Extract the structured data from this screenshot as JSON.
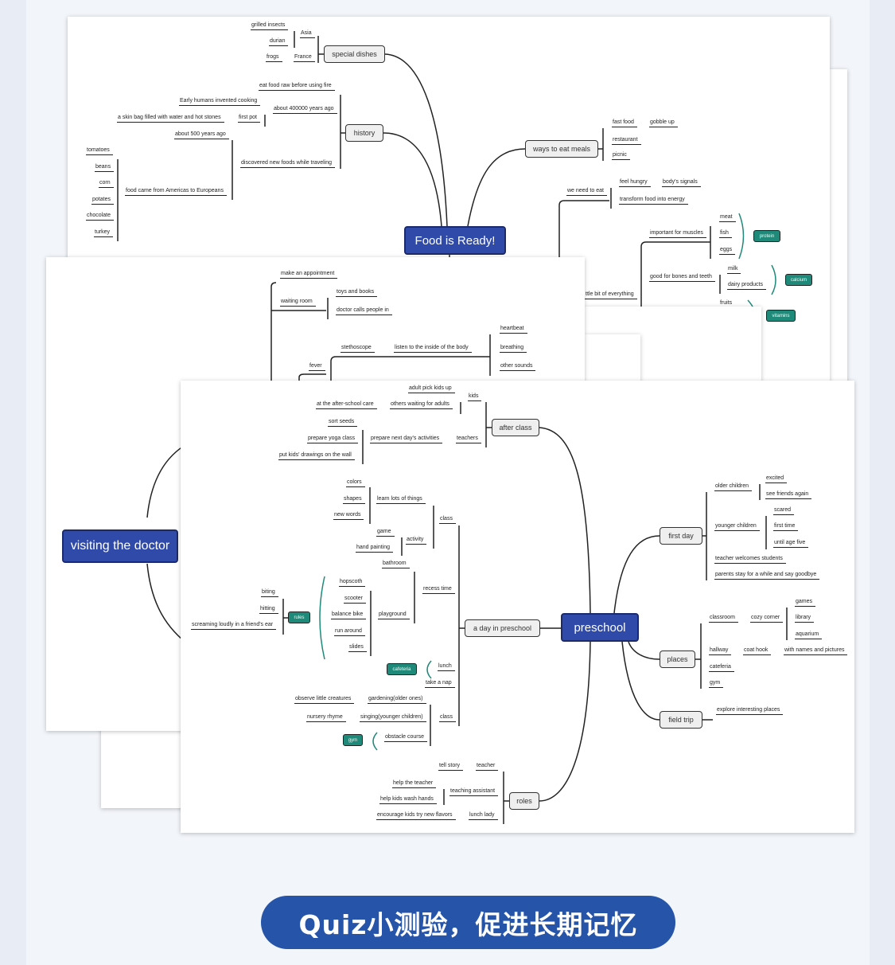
{
  "food_map": {
    "central": "Food is Ready!",
    "boxes": [
      "special dishes",
      "history",
      "ways to eat meals"
    ],
    "labels": [
      "grilled insects",
      "Asia",
      "durian",
      "frogs",
      "France",
      "eat food raw before using fire",
      "Early humans invented cooking",
      "about 400000 years ago",
      "a skin bag filled with water and hot stones",
      "first pot",
      "about 500 years ago",
      "discovered new foods while traveling",
      "tomatoes",
      "beans",
      "corn",
      "potates",
      "chocolate",
      "turkey",
      "food came from Americas to Europeans",
      "fast food",
      "gobble up",
      "restaurant",
      "picnic",
      "we need to eat",
      "feel hungry",
      "body's signals",
      "transform food into energy",
      "important for muscles",
      "meat",
      "fish",
      "eggs",
      "good for bones and teeth",
      "milk",
      "dairy products",
      "ttle bit of everything",
      "fruits"
    ],
    "tags": [
      "protein",
      "calcium",
      "vitamins"
    ]
  },
  "doctor_map": {
    "central": "visiting the doctor",
    "labels": [
      "make an appointment",
      "toys and books",
      "waiting room",
      "doctor calls people in",
      "heartbeat",
      "stethoscope",
      "listen to the inside of the body",
      "breathing",
      "other sounds",
      "fever"
    ]
  },
  "preschool_map": {
    "central": "preschool",
    "boxes": [
      "after class",
      "a day in preschool",
      "first day",
      "places",
      "field trip",
      "roles"
    ],
    "labels": [
      "adult pick kids up",
      "kids",
      "at the after-school care",
      "others waiting for adults",
      "sort seeds",
      "prepare yoga class",
      "prepare next day's activities",
      "teachers",
      "put kids' drawings on the wall",
      "colors",
      "shapes",
      "learn lots of things",
      "new words",
      "class",
      "game",
      "activity",
      "hand painting",
      "bathroom",
      "hopscoth",
      "recess time",
      "scooter",
      "balance bike",
      "playground",
      "run around",
      "slides",
      "biting",
      "hitting",
      "screaming loudly in a friend's ear",
      "lunch",
      "take a nap",
      "observe little creatures",
      "gardening(older ones)",
      "nursery rhyme",
      "singing(younger children)",
      "class",
      "obstacle course",
      "tell story",
      "teacher",
      "help the teacher",
      "teaching assistant",
      "help kids wash hands",
      "encourage kids try new flavors",
      "lunch lady",
      "older children",
      "excited",
      "see friends again",
      "younger children",
      "scared",
      "first time",
      "until age five",
      "teacher welcomes students",
      "parents stay for a while and say goodbye",
      "classroom",
      "cozy corner",
      "games",
      "library",
      "aquarium",
      "hallway",
      "coat hook",
      "with names and pictures",
      "cateferia",
      "gym",
      "explore interesting places"
    ],
    "tags": [
      "rules",
      "cafeteria",
      "gym"
    ]
  },
  "banner": {
    "text": "Quiz小测验，促进长期记忆"
  },
  "colors": {
    "central_node": "#2f4aa8",
    "tag": "#1f8a7a",
    "banner": "#2554a8"
  }
}
